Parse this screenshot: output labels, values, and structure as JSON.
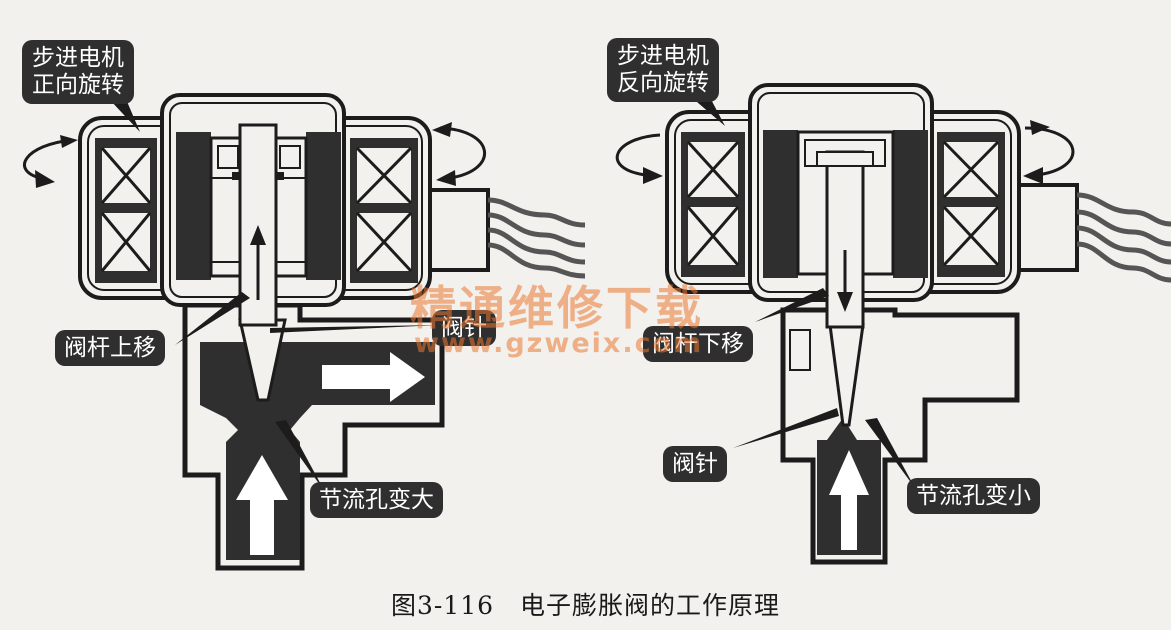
{
  "left_diagram": {
    "motor_label_line1": "步进电机",
    "motor_label_line2": "正向旋转",
    "stem_label": "阀杆上移",
    "needle_label": "阀针",
    "orifice_label": "节流孔变大"
  },
  "right_diagram": {
    "motor_label_line1": "步进电机",
    "motor_label_line2": "反向旋转",
    "stem_label": "阀杆下移",
    "needle_label": "阀针",
    "orifice_label": "节流孔变小"
  },
  "caption": "图3-116　电子膨胀阀的工作原理",
  "watermark": {
    "text": "精通维修下载",
    "url": "www.gzweix.com"
  },
  "colors": {
    "ink": "#1c1c1c",
    "dark_fill": "#2f2f2f",
    "paper": "#f2f1ee",
    "watermark": "#eb7832"
  }
}
